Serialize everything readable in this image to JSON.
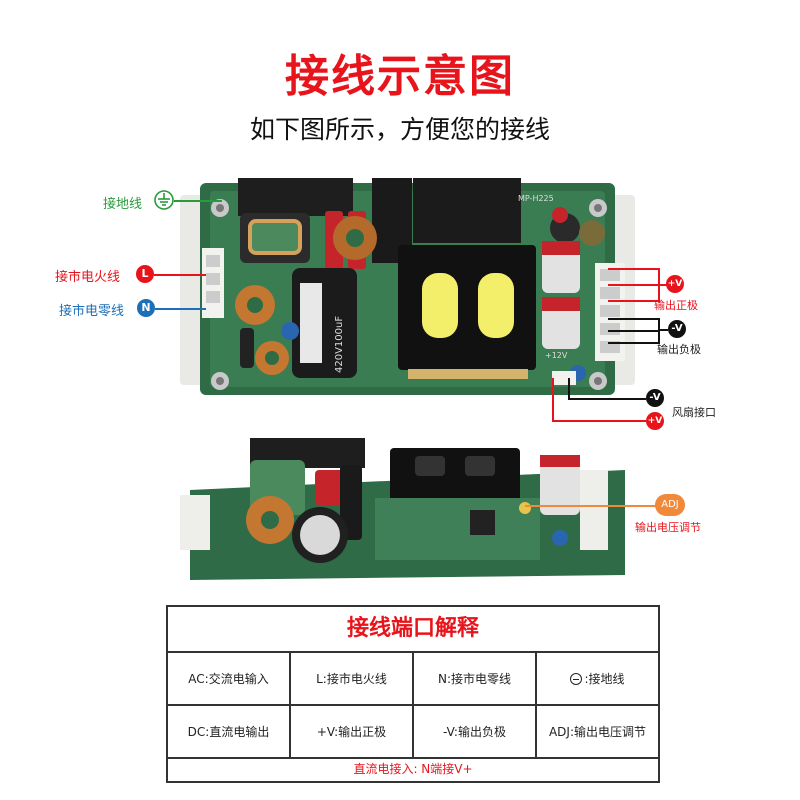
{
  "header": {
    "title": "接线示意图",
    "subtitle": "如下图所示，方便您的接线"
  },
  "labels": {
    "ground": "接地线",
    "live": "接市电火线",
    "neutral": "接市电零线",
    "live_badge": "L",
    "neutral_badge": "N",
    "plus_v_badge": "+V",
    "minus_v_badge": "-V",
    "out_positive": "输出正极",
    "out_negative": "输出负极",
    "fan_port": "风扇接口",
    "adj_badge": "ADJ",
    "adj_label": "输出电压调节"
  },
  "board_prints": {
    "capacitor": "420V100uF",
    "model": "MP-H225",
    "fan_v": "+12V"
  },
  "table": {
    "title": "接线端口解释",
    "row1": [
      "AC:交流电输入",
      "L:接市电火线",
      "N:接市电零线",
      ":接地线"
    ],
    "row2": [
      "DC:直流电输出",
      "+V:输出正极",
      "-V:输出负极",
      "ADJ:输出电压调节"
    ],
    "footer": "直流电接入: N端接V+"
  },
  "colors": {
    "title_red": "#e8141b",
    "ground_green": "#2a9a3e",
    "neutral_blue": "#1c6fb8",
    "pcb_green": "#2f6b45"
  }
}
